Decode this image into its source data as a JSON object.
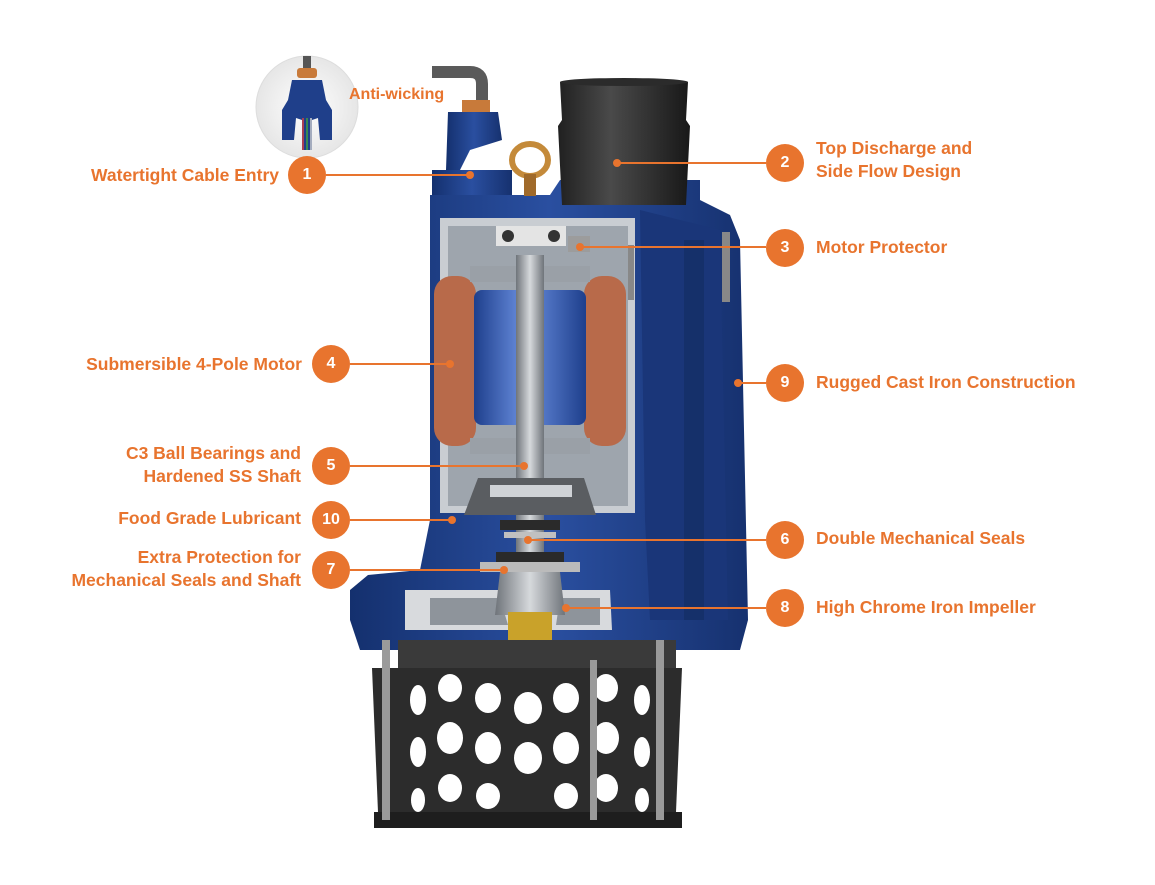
{
  "colors": {
    "accent": "#e8742e",
    "body_blue": "#1f3f8a",
    "stator": "#b86a4a",
    "rotor": "#3c64b8"
  },
  "inset": {
    "label": "Anti-wicking"
  },
  "callouts": [
    {
      "num": "1",
      "lines": [
        "Watertight Cable Entry"
      ]
    },
    {
      "num": "2",
      "lines": [
        "Top Discharge and",
        "Side Flow Design"
      ]
    },
    {
      "num": "3",
      "lines": [
        "Motor Protector"
      ]
    },
    {
      "num": "4",
      "lines": [
        "Submersible 4-Pole Motor"
      ]
    },
    {
      "num": "5",
      "lines": [
        "C3 Ball Bearings and",
        "Hardened SS Shaft"
      ]
    },
    {
      "num": "10",
      "lines": [
        "Food Grade Lubricant"
      ]
    },
    {
      "num": "7",
      "lines": [
        "Extra Protection for",
        "Mechanical Seals and Shaft"
      ]
    },
    {
      "num": "6",
      "lines": [
        "Double Mechanical Seals"
      ]
    },
    {
      "num": "8",
      "lines": [
        "High Chrome Iron Impeller"
      ]
    },
    {
      "num": "9",
      "lines": [
        "Rugged Cast Iron Construction"
      ]
    }
  ]
}
